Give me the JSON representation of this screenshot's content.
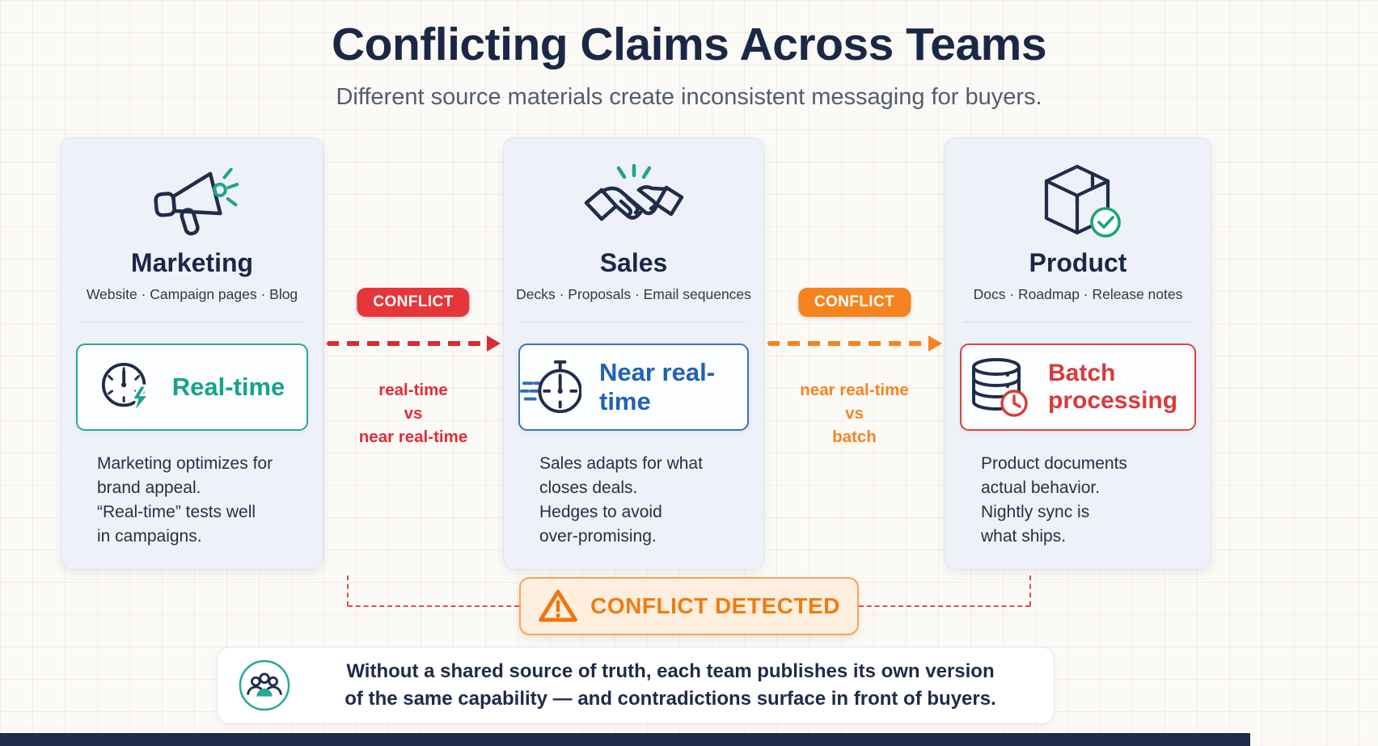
{
  "header": {
    "title": "Conflicting Claims Across Teams",
    "subtitle": "Different source materials create inconsistent messaging for buyers."
  },
  "teams": {
    "marketing": {
      "name": "Marketing",
      "sources": "Website · Campaign pages · Blog",
      "claim": "Real-time",
      "description": "Marketing optimizes for\nbrand appeal.\n“Real-time” tests well\nin campaigns.",
      "icon": "megaphone-icon",
      "claim_icon": "clock-lightning-icon",
      "accent": "#16a28e"
    },
    "sales": {
      "name": "Sales",
      "sources": "Decks · Proposals · Email sequences",
      "claim": "Near real-time",
      "description": "Sales adapts for what\ncloses deals.\nHedges to avoid\nover-promising.",
      "icon": "handshake-icon",
      "claim_icon": "stopwatch-speed-icon",
      "accent": "#1f63b3"
    },
    "product": {
      "name": "Product",
      "sources": "Docs · Roadmap · Release notes",
      "claim": "Batch processing",
      "description": "Product documents\nactual behavior.\nNightly sync is\nwhat ships.",
      "icon": "package-check-icon",
      "claim_icon": "database-clock-icon",
      "accent": "#d93a3a"
    }
  },
  "conflicts": {
    "first": {
      "badge": "CONFLICT",
      "claim_a": "real-time",
      "vs": "vs",
      "claim_b": "near real-time",
      "color": "#e6363b"
    },
    "second": {
      "badge": "CONFLICT",
      "claim_a": "near real-time",
      "vs": "vs",
      "claim_b": "batch",
      "color": "#f5841e"
    }
  },
  "alert": {
    "label": "CONFLICT DETECTED",
    "icon": "warning-triangle-icon",
    "color": "#ee7c12"
  },
  "summary": {
    "line1": "Without a shared source of truth, each team publishes its own version",
    "line2": "of the same capability — and contradictions surface in front of buyers.",
    "icon": "team-people-icon"
  }
}
